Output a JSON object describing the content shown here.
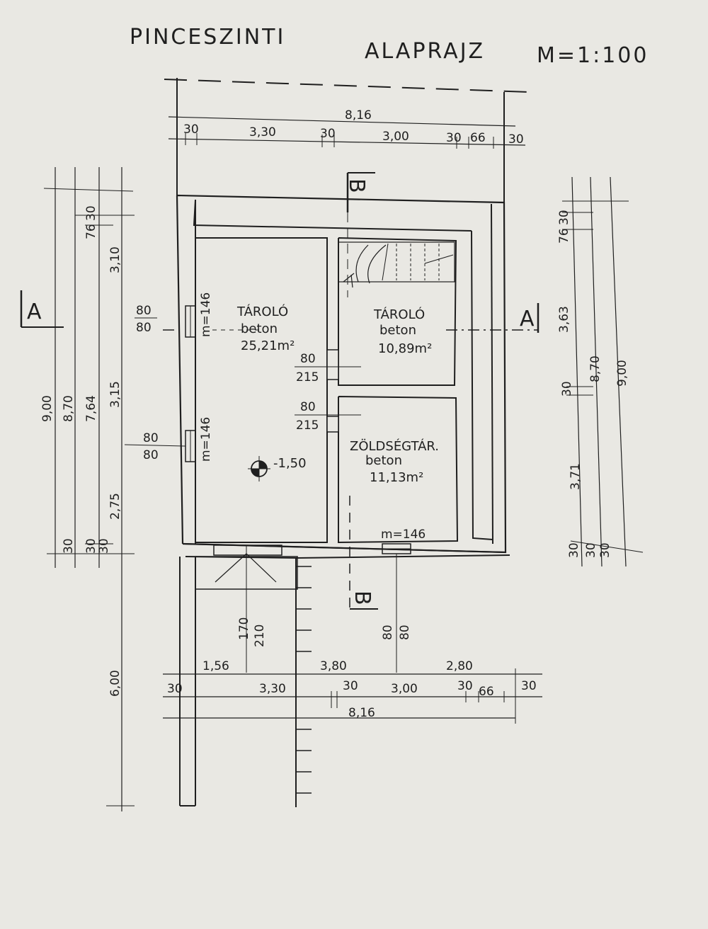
{
  "title": {
    "left": "PINCESZINTI",
    "right": "ALAPRAJZ",
    "scale": "M=1:100"
  },
  "rooms": [
    {
      "name": "TÁROLÓ",
      "floor": "beton",
      "area": "25,21m²"
    },
    {
      "name": "TÁROLÓ",
      "floor": "beton",
      "area": "10,89m²"
    },
    {
      "name": "ZÖLDSÉGTÁR.",
      "floor": "beton",
      "area": "11,13m²"
    }
  ],
  "level": "-1,50",
  "section_marks": {
    "a": "A",
    "b": "B"
  },
  "windows": [
    {
      "w": "80",
      "h": "80",
      "sill": "m=146"
    },
    {
      "w": "80",
      "h": "80",
      "sill": "m=146"
    },
    {
      "sill": "m=146"
    }
  ],
  "doors": [
    {
      "w": "80",
      "h": "215"
    },
    {
      "w": "80",
      "h": "215"
    }
  ],
  "entrance": {
    "a": "170",
    "b": "210",
    "c": "80",
    "d": "80"
  },
  "dims_top": {
    "total": "8,16",
    "segments": [
      "30",
      "3,30",
      "30",
      "3,00",
      "30",
      "66",
      "30"
    ]
  },
  "dims_bottom": {
    "row1": [
      "1,56",
      "3,80",
      "2,80"
    ],
    "row2": [
      "30",
      "3,30",
      "30",
      "3,00",
      "30",
      "66",
      "30"
    ],
    "total": "8,16"
  },
  "dims_left": {
    "total": "9,00",
    "b": "8,70",
    "c": "7,64",
    "top_small": [
      "30",
      "76"
    ],
    "stack": [
      "3,10",
      "3,15",
      "2,75"
    ],
    "bottom_small": [
      "30",
      "30",
      "30"
    ],
    "outside": "6,00"
  },
  "dims_right": {
    "top_small": [
      "30",
      "76"
    ],
    "a": "3,63",
    "mid_small": "30",
    "b": "3,71",
    "c": "8,70",
    "total": "9,00",
    "bottom_small": [
      "30",
      "30",
      "30"
    ]
  }
}
